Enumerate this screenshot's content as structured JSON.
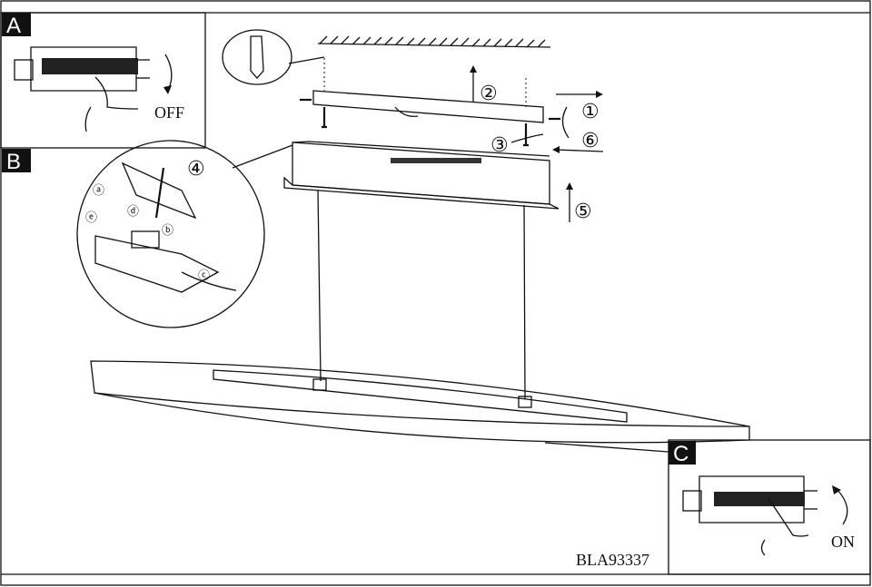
{
  "panels": {
    "a": {
      "label": "A",
      "action_text": "OFF"
    },
    "b": {
      "label": "B"
    },
    "c": {
      "label": "C",
      "action_text": "ON"
    }
  },
  "steps": [
    "①",
    "②",
    "③",
    "④",
    "⑤",
    "⑥"
  ],
  "detail_labels": [
    "ⓐ",
    "ⓑ",
    "ⓒ",
    "ⓓ",
    "ⓔ"
  ],
  "model_code": "BLA93337"
}
